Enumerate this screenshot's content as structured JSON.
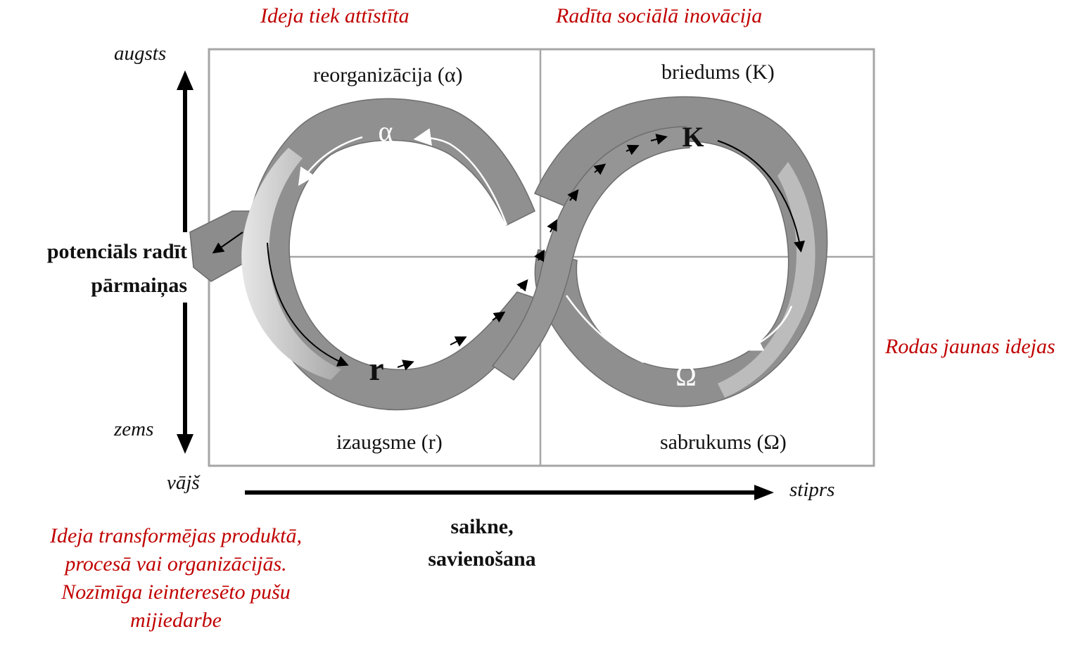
{
  "annotations": {
    "top_left": "Ideja tiek attīstīta",
    "top_right": "Radīta sociālā inovācija",
    "right": "Rodas jaunas idejas",
    "bottom_left_lines": [
      "Ideja transformējas produktā,",
      "procesā vai organizācijās.",
      "Nozīmīga ieinteresēto pušu",
      "mijiedarbe"
    ]
  },
  "y_axis": {
    "high": "augsts",
    "low": "zems",
    "title_lines": [
      "potenciāls radīt",
      "pārmaiņas"
    ]
  },
  "x_axis": {
    "weak": "vājš",
    "strong": "stiprs",
    "title_lines": [
      "saikne,",
      "savienošana"
    ]
  },
  "quadrants": {
    "top_left": "reorganizācija (α)",
    "top_right": "briedums (K)",
    "bottom_left": "izaugsme (r)",
    "bottom_right": "sabrukums (Ω)"
  },
  "phase_symbols": {
    "alpha": "α",
    "k": "K",
    "r": "r",
    "omega": "Ω"
  },
  "colors": {
    "annotation_red": "#c00000",
    "loop_fill": "#8a8a8a",
    "loop_edge": "#6b6b6b",
    "loop_light": "#cfcfcf",
    "frame": "#a6a6a6"
  }
}
